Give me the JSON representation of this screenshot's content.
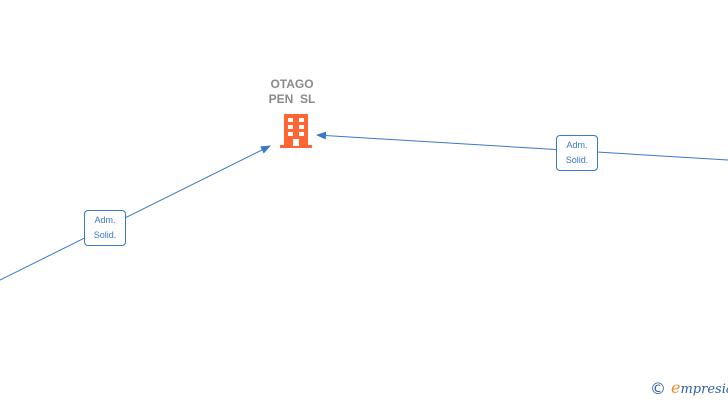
{
  "company": {
    "name_line1": "OTAGO",
    "name_line2": "PEN  SL",
    "icon": "building-icon",
    "icon_color": "#ff6633"
  },
  "relations": [
    {
      "label_line1": "Adm.",
      "label_line2": "Solid."
    },
    {
      "label_line1": "Adm.",
      "label_line2": "Solid."
    }
  ],
  "colors": {
    "edge": "#3a78c8",
    "label_text": "#3a78c8",
    "company_text": "#8a8a8a",
    "brand_primary": "#2f5f9e",
    "brand_accent": "#f08a2a"
  },
  "footer": {
    "copyright_symbol": "©",
    "brand_first_letter": "e",
    "brand_rest": "mpresia"
  }
}
